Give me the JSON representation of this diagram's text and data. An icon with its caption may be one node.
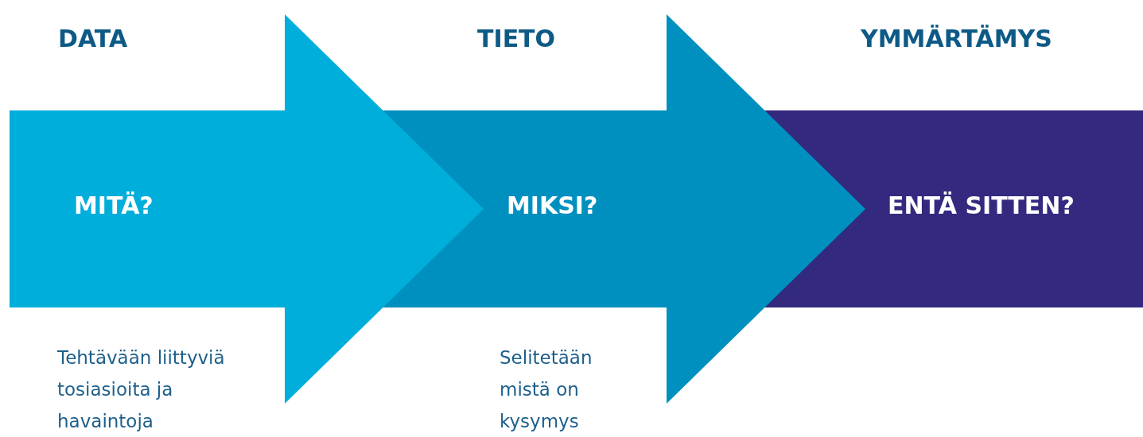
{
  "diagram": {
    "nodes": [
      {
        "text": [
          "DATA",
          "MITÄ?"
        ],
        "beside": [
          "Tehtävään liittyviä tosiasioita ja havaintoja"
        ]
      },
      {
        "text": [
          "TIETO",
          "MIKSI?"
        ],
        "beside": [
          "Selitetään mistä on kysymys"
        ]
      },
      {
        "text": [
          "YMMÄRTÄMYS",
          "ENTÄ SITTEN?"
        ]
      }
    ]
  }
}
